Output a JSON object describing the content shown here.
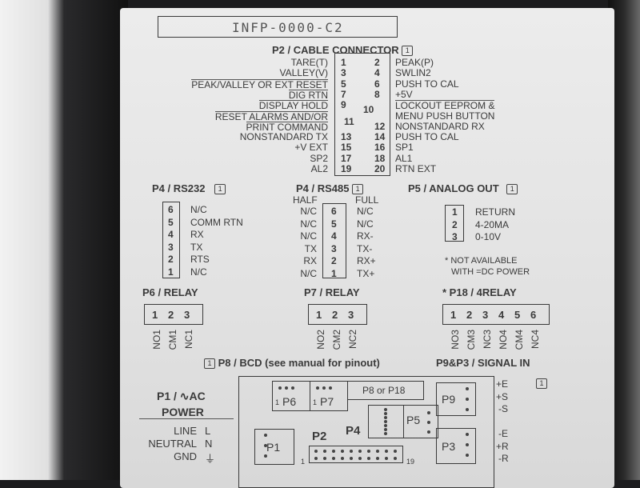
{
  "title": "INFP-0000-C2",
  "pin1_badge": "1",
  "p2": {
    "header": "P2 / CABLE CONNECTOR",
    "left": [
      {
        "pin": "1",
        "label": "TARE(T)"
      },
      {
        "pin": "3",
        "label": "VALLEY(V)"
      },
      {
        "pin": "5",
        "label": "PEAK/VALLEY OR EXT RESET"
      },
      {
        "pin": "7",
        "label": "DIG RTN"
      },
      {
        "pin": "9",
        "label": "DISPLAY HOLD"
      },
      {
        "pin": "",
        "label": "RESET ALARMS AND/OR"
      },
      {
        "pin": "11",
        "label": "PRINT COMMAND"
      },
      {
        "pin": "13",
        "label": "NONSTANDARD TX"
      },
      {
        "pin": "15",
        "label": "+V EXT"
      },
      {
        "pin": "17",
        "label": "SP2"
      },
      {
        "pin": "19",
        "label": "AL2"
      }
    ],
    "right": [
      {
        "pin": "2",
        "label": "PEAK(P)"
      },
      {
        "pin": "4",
        "label": "SWLIN2"
      },
      {
        "pin": "6",
        "label": "PUSH TO CAL"
      },
      {
        "pin": "8",
        "label": "+5V"
      },
      {
        "pin": "10",
        "label": "LOCKOUT EEPROM &"
      },
      {
        "pin": "",
        "label": "MENU PUSH BUTTON"
      },
      {
        "pin": "12",
        "label": "NONSTANDARD RX"
      },
      {
        "pin": "14",
        "label": "PUSH TO CAL"
      },
      {
        "pin": "16",
        "label": "SP1"
      },
      {
        "pin": "18",
        "label": "AL1"
      },
      {
        "pin": "20",
        "label": "RTN EXT"
      }
    ]
  },
  "rs232": {
    "header": "P4 / RS232",
    "rows": [
      {
        "pin": "6",
        "label": "N/C"
      },
      {
        "pin": "5",
        "label": "COMM RTN"
      },
      {
        "pin": "4",
        "label": "RX"
      },
      {
        "pin": "3",
        "label": "TX"
      },
      {
        "pin": "2",
        "label": "RTS"
      },
      {
        "pin": "1",
        "label": "N/C"
      }
    ]
  },
  "rs485": {
    "header": "P4 / RS485",
    "half": "HALF",
    "full": "FULL",
    "rows": [
      {
        "pin": "6",
        "half": "N/C",
        "full": "N/C"
      },
      {
        "pin": "5",
        "half": "N/C",
        "full": "N/C"
      },
      {
        "pin": "4",
        "half": "N/C",
        "full": "RX-"
      },
      {
        "pin": "3",
        "half": "TX",
        "full": "TX-"
      },
      {
        "pin": "2",
        "half": "RX",
        "full": "RX+"
      },
      {
        "pin": "1",
        "half": "N/C",
        "full": "TX+"
      }
    ]
  },
  "analog": {
    "header": "P5 / ANALOG OUT",
    "rows": [
      {
        "pin": "1",
        "label": "RETURN"
      },
      {
        "pin": "2",
        "label": "4-20MA"
      },
      {
        "pin": "3",
        "label": "0-10V"
      }
    ],
    "note1": "* NOT AVAILABLE",
    "note2": "WITH =DC POWER"
  },
  "p6": {
    "header": "P6 / RELAY",
    "pins": [
      "1",
      "2",
      "3"
    ],
    "labels": [
      "NO1",
      "CM1",
      "NC1"
    ]
  },
  "p7": {
    "header": "P7 / RELAY",
    "pins": [
      "1",
      "2",
      "3"
    ],
    "labels": [
      "NO2",
      "CM2",
      "NC2"
    ]
  },
  "p18": {
    "header": "* P18 / 4RELAY",
    "pins": [
      "1",
      "2",
      "3",
      "4",
      "5",
      "6"
    ],
    "labels": [
      "NO3",
      "CM3",
      "NC3",
      "NO4",
      "CM4",
      "NC4"
    ]
  },
  "p8": "P8 / BCD (see manual for pinout)",
  "signal_in": "P9&P3 / SIGNAL IN",
  "power": {
    "title1": "P1 / ∿AC",
    "title2": "POWER",
    "rows": [
      {
        "name": "LINE",
        "sym": "L"
      },
      {
        "name": "NEUTRAL",
        "sym": "N"
      },
      {
        "name": "GND",
        "sym": "⏚"
      }
    ]
  },
  "board": {
    "p6": "P6",
    "p7": "P7",
    "p8p18": "P8 or P18",
    "p9": "P9",
    "p5": "P5",
    "p4": "P4",
    "p2": "P2",
    "p1": "P1",
    "p3": "P3",
    "one": "1",
    "nineteen": "19"
  },
  "signal": [
    "+E",
    "+S",
    "-S",
    "-E",
    "+R",
    "-R"
  ]
}
